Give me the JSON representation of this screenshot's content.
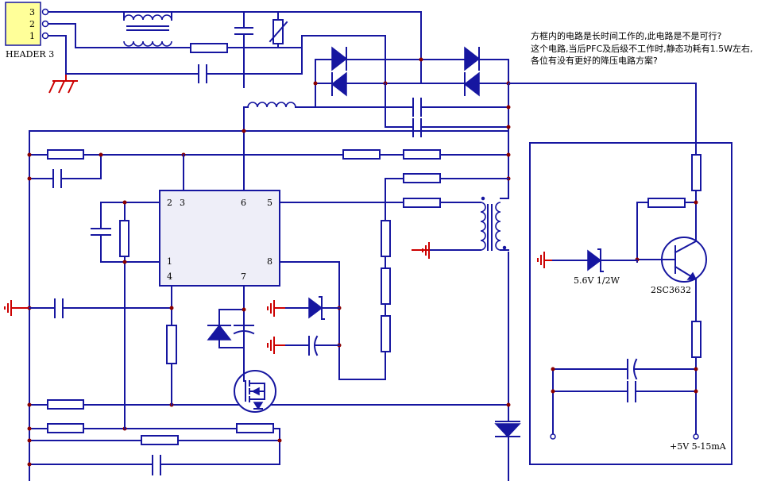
{
  "header": {
    "pin3": "3",
    "pin2": "2",
    "pin1": "1",
    "label": "HEADER 3"
  },
  "note": {
    "line1": "方框内的电路是长时间工作的,此电路是不是可行?",
    "line2": "这个电路,当后PFC及后级不工作时,静态功耗有1.5W左右,",
    "line3": "各位有没有更好的降压电路方案?"
  },
  "ic": {
    "pin2": "2",
    "pin3": "3",
    "pin6": "6",
    "pin5": "5",
    "pin1": "1",
    "pin8": "8",
    "pin4": "4",
    "pin7": "7"
  },
  "zener_label": "5.6V 1/2W",
  "transistor_label": "2SC3632",
  "output_label": "+5V 5-15mA",
  "colors": {
    "wire": "#1616a0",
    "ground": "#cc0000",
    "junction": "#8a0000",
    "header_fill": "#ffff99"
  }
}
